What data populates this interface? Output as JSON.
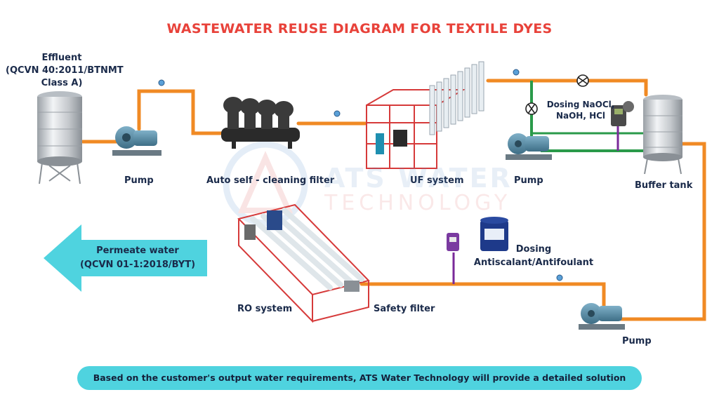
{
  "title": "WASTEWATER REUSE DIAGRAM FOR TEXTILE DYES",
  "effluent": {
    "line1": "Effluent",
    "line2": "(QCVN 40:2011/BTNMT",
    "line3": "Class A)"
  },
  "pump_labels": {
    "pump1": "Pump",
    "pump2": "Pump",
    "pump3": "Pump"
  },
  "auto_filter": "Auto self - cleaning filter",
  "uf_system": "UF system",
  "buffer_tank": "Buffer tank",
  "dosing_uf": {
    "line1": "Dosing NaOCl,",
    "line2": "NaOH, HCl"
  },
  "dosing_ro": {
    "line1": "Dosing",
    "line2": "Antiscalant/Antifoulant"
  },
  "ro_system": "RO system",
  "safety_filter": "Safety filter",
  "permeate": {
    "line1": "Permeate water",
    "line2": "(QCVN 01-1:2018/BYT)"
  },
  "watermark": {
    "line1": "ATS WATER",
    "line2": "TECHNOLOGY"
  },
  "footer": "Based on the customer's output water requirements, ATS Water Technology will provide a detailed solution",
  "colors": {
    "title": "#e8423a",
    "pipe": "#f08a24",
    "pipe_green": "#2a9a4a",
    "dosing_line": "#7a2a9a",
    "arrow": "#4fd3df",
    "frame": "#d63a3a",
    "text": "#1a2a4a"
  }
}
